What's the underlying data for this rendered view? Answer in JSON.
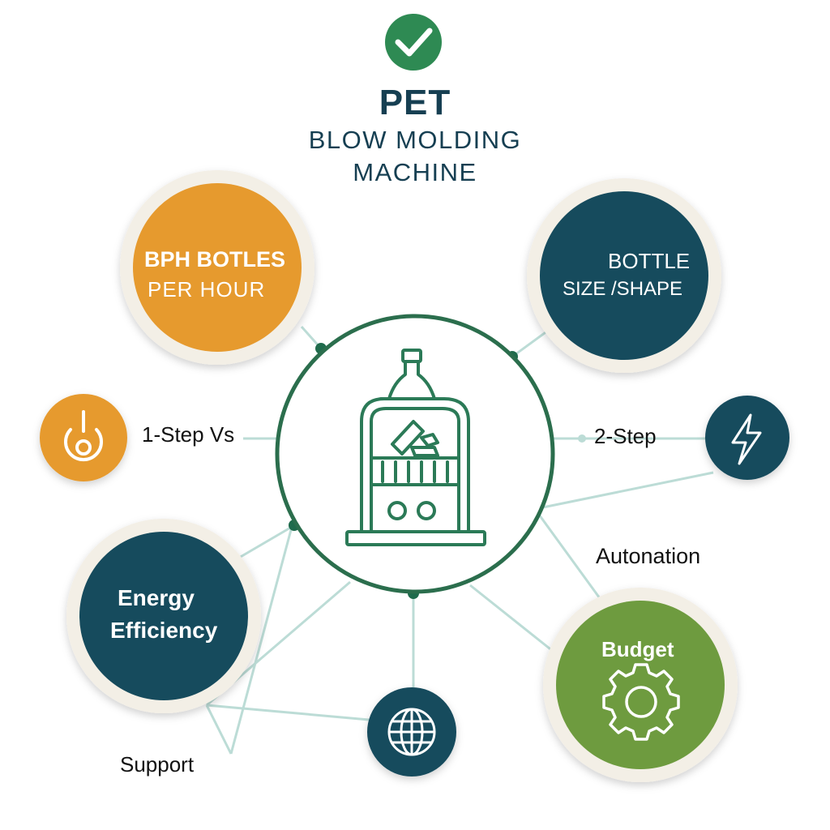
{
  "header": {
    "check_icon": "check-icon",
    "title": "PET",
    "subtitle_line1": "BLOW MOLDING",
    "subtitle_line2": "MACHINE"
  },
  "center": {
    "icon": "bottle-machine-icon"
  },
  "nodes": {
    "bph": {
      "line1": "BPH BOTLES",
      "line2": "PER HOUR"
    },
    "bottle": {
      "line1": "BOTTLE",
      "line2": "SIZE /SHAPE"
    },
    "energy": {
      "line1": "Energy",
      "line2": "Efficiency"
    },
    "budget": {
      "label": "Budget",
      "icon": "gear-icon"
    },
    "power": {
      "icon": "power-icon"
    },
    "lightning": {
      "icon": "lightning-icon"
    },
    "globe": {
      "icon": "globe-icon"
    }
  },
  "labels": {
    "step1": "1-Step Vs",
    "step2": "2-Step",
    "automation": "Autonation",
    "support": "Support"
  },
  "colors": {
    "dark_teal": "#164b5d",
    "orange": "#e69a2e",
    "green": "#6e9b3f",
    "ring_green": "#2b6e4d",
    "connector": "#bcdcd6",
    "title": "#163f52"
  }
}
